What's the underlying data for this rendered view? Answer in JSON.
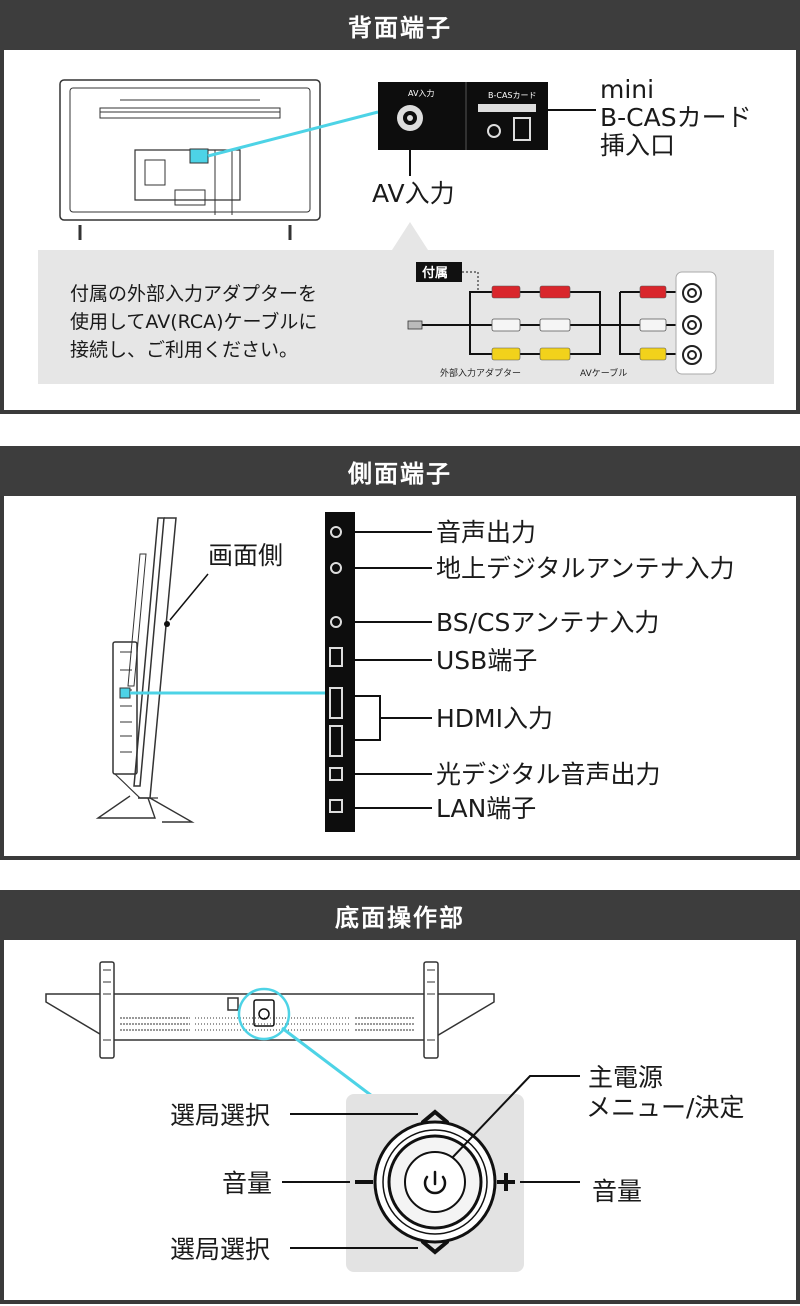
{
  "sections": {
    "rear": {
      "title": "背面端子",
      "labels": {
        "mini_bcas": [
          "mini",
          "B-CASカード",
          "挿入口"
        ],
        "av_input": "AV入力",
        "panel_av": "AV入力",
        "panel_bcas": "B-CASカード"
      },
      "note": {
        "lines": [
          "付属の外部入力アダプターを",
          "使用してAV(RCA)ケーブルに",
          "接続し、ご利用ください。"
        ],
        "tag": "付属",
        "adapter_label": "外部入力アダプター",
        "cable_label": "AVケーブル"
      }
    },
    "side": {
      "title": "側面端子",
      "screen_side": "画面側",
      "ports": [
        "音声出力",
        "地上デジタルアンテナ入力",
        "BS/CSアンテナ入力",
        "USB端子",
        "HDMI入力",
        "光デジタル音声出力",
        "LAN端子"
      ]
    },
    "bottom": {
      "title": "底面操作部",
      "labels": {
        "power": [
          "主電源",
          "メニュー/決定"
        ],
        "channel_up": "選局選択",
        "channel_down": "選局選択",
        "volume_down": "音量",
        "volume_up": "音量"
      }
    }
  },
  "colors": {
    "header_bg": "#3d3d3d",
    "accent_cyan": "#4dd3e6",
    "note_bg": "#e6e6e6",
    "rca_red": "#d9262c",
    "rca_yellow": "#f2d21b"
  }
}
